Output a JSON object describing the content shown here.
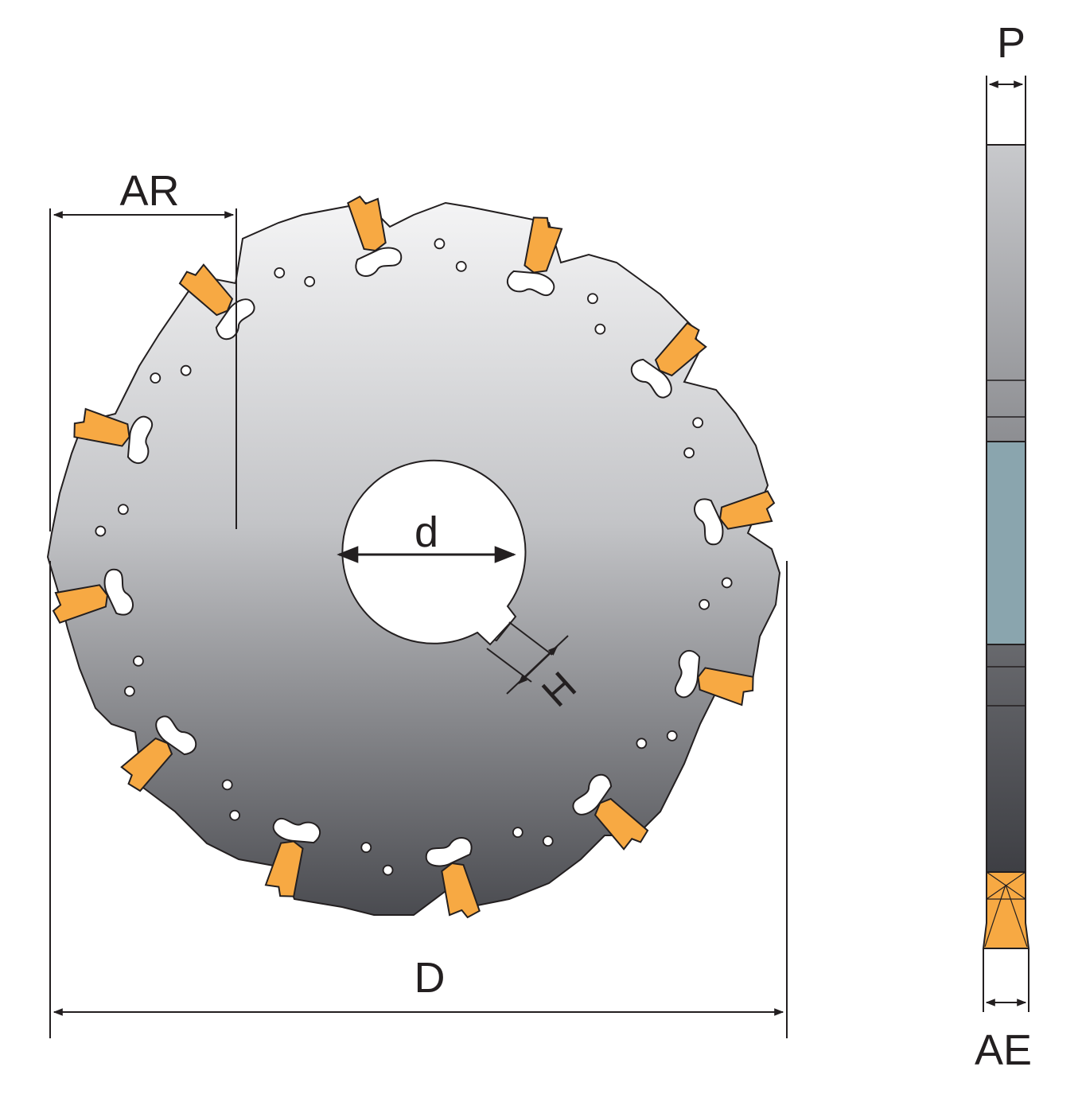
{
  "labels": {
    "ar": "AR",
    "d_bore": "d",
    "h_key": "H",
    "d_outer": "D",
    "p_width": "P",
    "ae_width": "AE"
  },
  "colors": {
    "insert": "#f7a943",
    "body_light": "#f4f4f5",
    "body_dark": "#4a4b50",
    "band": "#8aa5ae",
    "line": "#231f20"
  },
  "insert_count": 12
}
